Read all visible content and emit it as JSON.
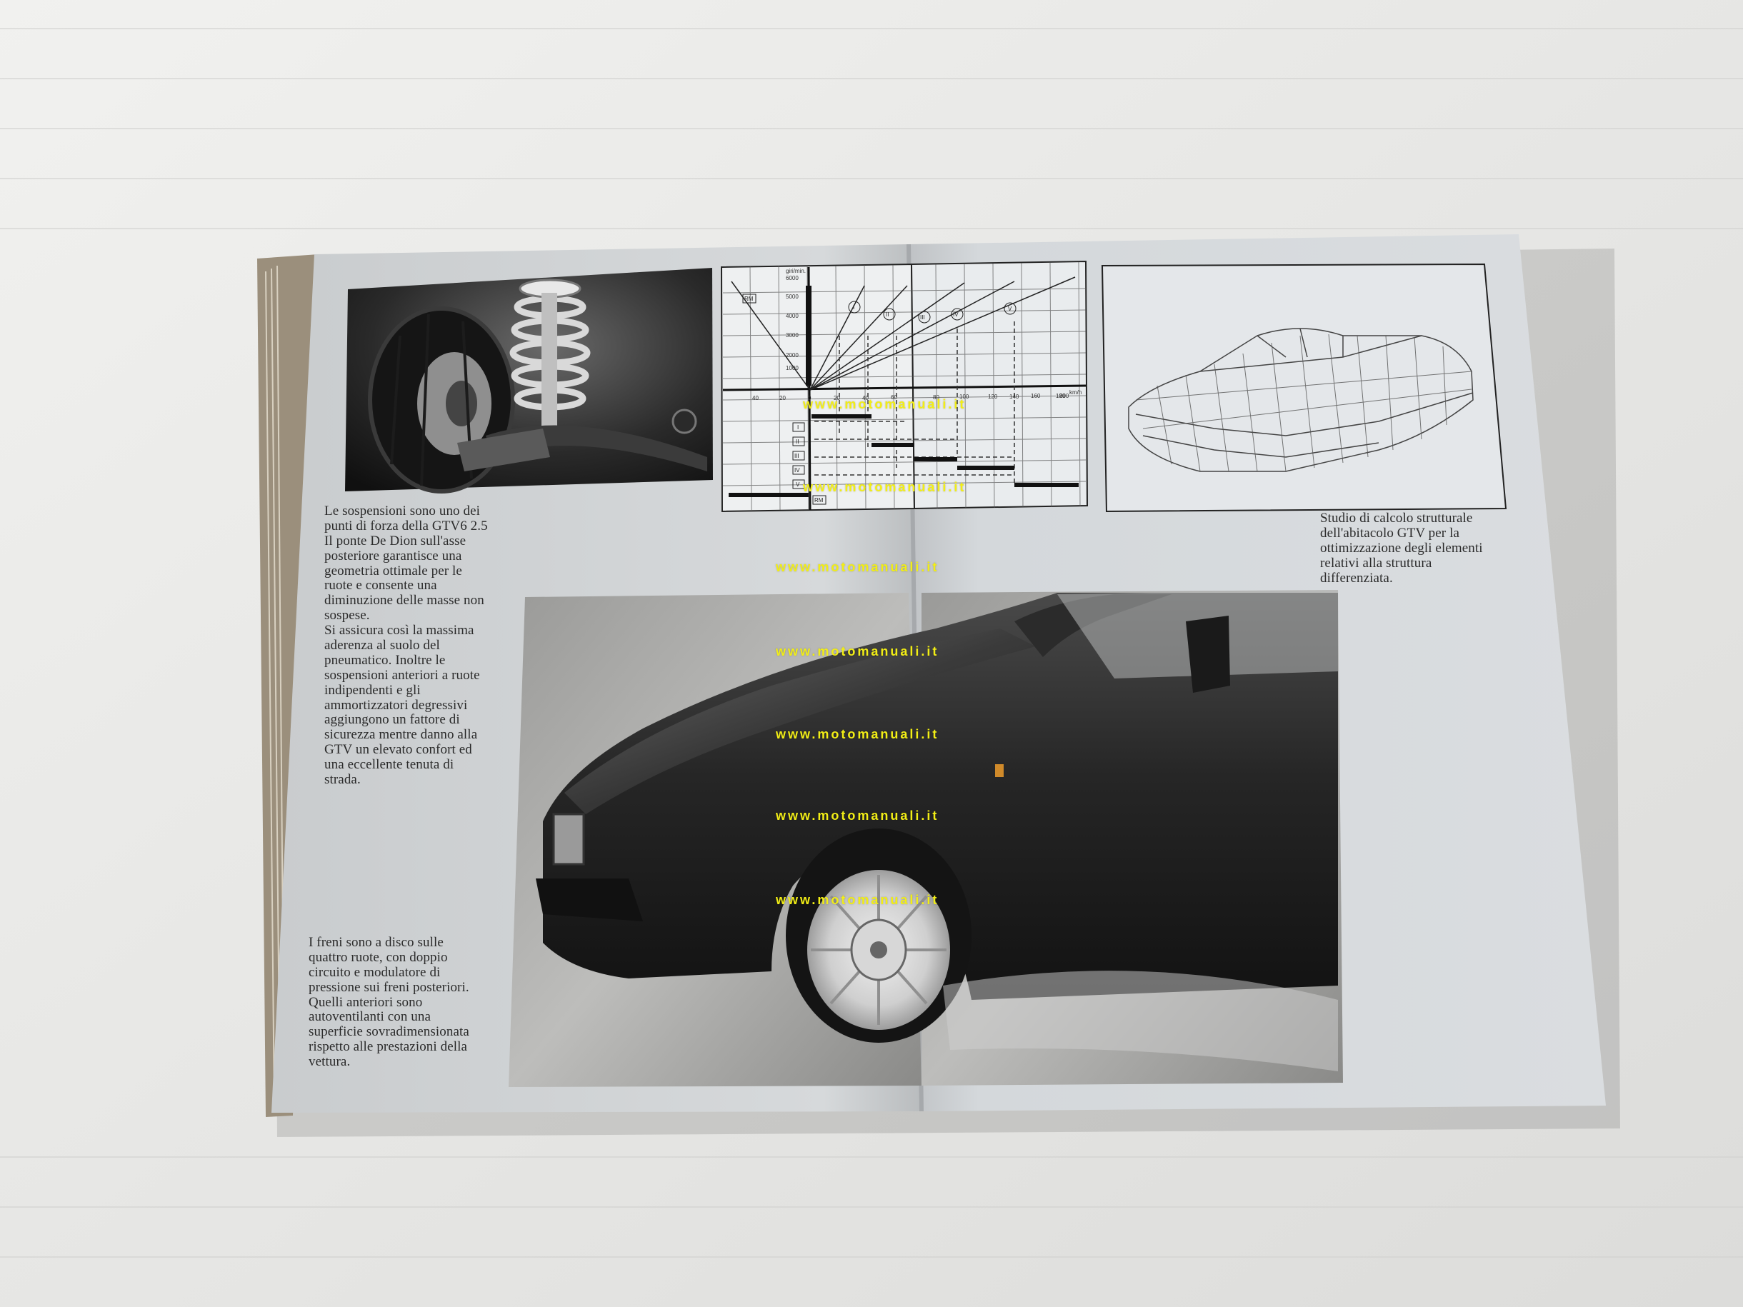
{
  "captions": {
    "suspension": "Le sospensioni sono uno dei\npunti di forza della GTV6 2.5\nIl ponte De Dion sull'asse\nposteriore garantisce una\ngeometria ottimale per le\nruote e consente una\ndiminuzione delle masse non\nsospese.\nSi assicura così la massima\naderenza al suolo del\npneumatico. Inoltre le\nsospensioni anteriori a ruote\nindipendenti e gli\nammortizzatori degressivi\naggiungono un fattore di\nsicurezza mentre danno alla\nGTV un elevato confort ed\nuna eccellente tenuta di\nstrada.",
    "brakes": "I freni sono a disco sulle\nquattro ruote, con doppio\ncircuito e modulatore di\npressione sui freni posteriori.\nQuelli anteriori sono\nautoventilanti con una\nsuperficie sovradimensionata\nrispetto alle prestazioni della\nvettura.",
    "structure": "Studio di calcolo strutturale\ndell'abitacolo GTV per la\nottimizzazione degli elementi\nrelativi alla struttura\ndifferenziata."
  },
  "diagram": {
    "rpm_unit": "giri/min.",
    "rpm_ticks": [
      "6000",
      "5000",
      "4000",
      "3000",
      "2000",
      "1000"
    ],
    "speed_ticks": [
      "40",
      "20",
      "0",
      "20",
      "40",
      "60",
      "80",
      "100",
      "120",
      "140",
      "160",
      "180",
      "200"
    ],
    "speed_unit": "km/h",
    "gear_labels": [
      "RM",
      "I",
      "II",
      "III",
      "IV",
      "V"
    ],
    "lower_labels": [
      "I",
      "II",
      "III",
      "IV",
      "V",
      "RM"
    ]
  },
  "watermark": "www.motomanuali.it",
  "colors": {
    "background": "#e9e9e7",
    "page": "#d3d7da",
    "watermark": "#f2ee16",
    "photo_dark": "#1a1a1a"
  }
}
